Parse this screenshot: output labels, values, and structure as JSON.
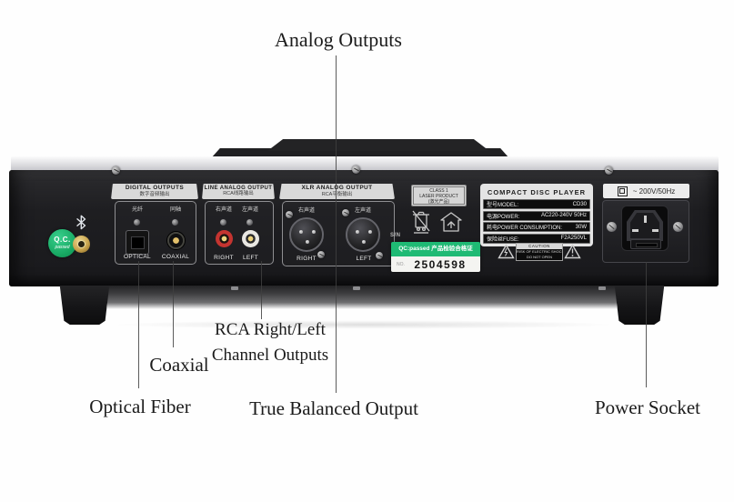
{
  "annotations": {
    "analog_outputs": "Analog Outputs",
    "rca_channel_line1": "RCA Right/Left",
    "rca_channel_line2": "Channel Outputs",
    "coaxial": "Coaxial",
    "optical_fiber": "Optical Fiber",
    "true_balanced_output": "True Balanced Output",
    "power_socket": "Power Socket"
  },
  "rear_panel": {
    "digital_section": {
      "title": "DIGITAL OUTPUTS",
      "subtitle_cn": "数字音频输出",
      "optical_cn": "光纤",
      "coaxial_cn": "同轴",
      "optical_label": "OPTICAL",
      "coaxial_label": "COAXIAL"
    },
    "line_section": {
      "title": "LINE ANALOG OUTPUT",
      "subtitle_cn": "RCA线路输出",
      "right_cn": "右声道",
      "left_cn": "左声道",
      "right_label": "RIGHT",
      "left_label": "LEFT"
    },
    "xlr_section": {
      "title": "XLR ANALOG OUTPUT",
      "subtitle_cn": "RCA平衡输出",
      "right_cn": "右声道",
      "left_cn": "左声道",
      "right_label": "RIGHT",
      "left_label": "LEFT"
    },
    "laser_label": {
      "line1": "CLASS 1",
      "line2": "LASER PRODUCT",
      "line3": "(激光产品)"
    },
    "serial": {
      "sn_label": "S/N",
      "qc_strip": "QC:passed 产品检验合格证",
      "no_label": "NO.",
      "number": "2504598"
    },
    "spec_label": {
      "title": "COMPACT DISC PLAYER",
      "rows": [
        {
          "label": "型号MODEL:",
          "value": "CD30"
        },
        {
          "label": "电源POWER:",
          "value": "AC220-240V 50Hz"
        },
        {
          "label": "耗电POWER CONSUMPTION:",
          "value": "30W"
        },
        {
          "label": "保险丝FUSE:",
          "value": "F2A250VL"
        }
      ]
    },
    "caution_label": {
      "title": "CAUTION",
      "line1": "RISK OF ELECTRIC SHOCK",
      "line2": "DO NOT OPEN"
    },
    "power": {
      "rating": "~ 200V/50Hz"
    },
    "qc_sticker": {
      "line1": "Q.C.",
      "line2": "passed"
    }
  },
  "colors": {
    "qc_sticker_green": "#1db573",
    "serial_strip_green": "#1fba74",
    "rca_right_red": "#c53430",
    "panel_black": "#1c1c1f",
    "label_gray": "#d9d9d9"
  }
}
